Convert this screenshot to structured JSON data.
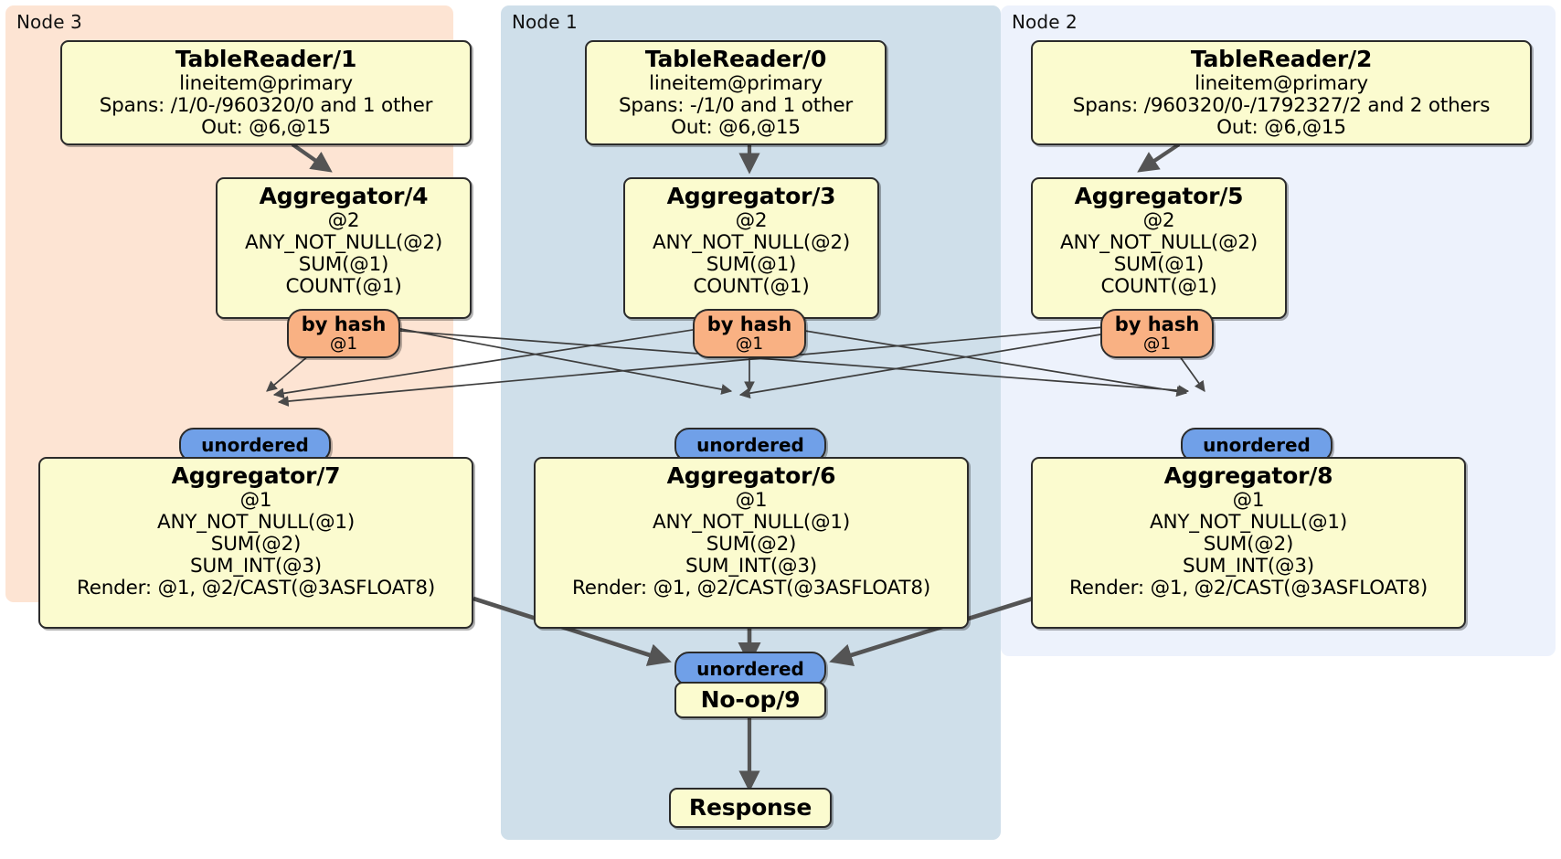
{
  "diagram": {
    "type": "distributed-query-plan",
    "colors": {
      "node3_panel": "#fde4d3",
      "node1_panel": "#cfdfea",
      "node2_panel": "#edf2fc",
      "processor_fill": "#fbfbcf",
      "hash_router_fill": "#f9b183",
      "sync_fill": "#70a0e8",
      "edge_stroke": "#4a4a4a",
      "border": "#2b2b2b"
    }
  },
  "panels": [
    {
      "id": "node3",
      "label": "Node 3"
    },
    {
      "id": "node1",
      "label": "Node 1"
    },
    {
      "id": "node2",
      "label": "Node 2"
    }
  ],
  "processors": {
    "tablereader_1": {
      "title": "TableReader/1",
      "lines": [
        "lineitem@primary",
        "Spans: /1/0-/960320/0 and 1 other",
        "Out: @6,@15"
      ]
    },
    "tablereader_0": {
      "title": "TableReader/0",
      "lines": [
        "lineitem@primary",
        "Spans: -/1/0 and 1 other",
        "Out: @6,@15"
      ]
    },
    "tablereader_2": {
      "title": "TableReader/2",
      "lines": [
        "lineitem@primary",
        "Spans: /960320/0-/1792327/2 and 2 others",
        "Out: @6,@15"
      ]
    },
    "aggregator_4": {
      "title": "Aggregator/4",
      "lines": [
        "@2",
        "ANY_NOT_NULL(@2)",
        "SUM(@1)",
        "COUNT(@1)"
      ]
    },
    "aggregator_3": {
      "title": "Aggregator/3",
      "lines": [
        "@2",
        "ANY_NOT_NULL(@2)",
        "SUM(@1)",
        "COUNT(@1)"
      ]
    },
    "aggregator_5": {
      "title": "Aggregator/5",
      "lines": [
        "@2",
        "ANY_NOT_NULL(@2)",
        "SUM(@1)",
        "COUNT(@1)"
      ]
    },
    "aggregator_7": {
      "title": "Aggregator/7",
      "lines": [
        "@1",
        "ANY_NOT_NULL(@1)",
        "SUM(@2)",
        "SUM_INT(@3)",
        "Render: @1, @2/CAST(@3ASFLOAT8)"
      ]
    },
    "aggregator_6": {
      "title": "Aggregator/6",
      "lines": [
        "@1",
        "ANY_NOT_NULL(@1)",
        "SUM(@2)",
        "SUM_INT(@3)",
        "Render: @1, @2/CAST(@3ASFLOAT8)"
      ]
    },
    "aggregator_8": {
      "title": "Aggregator/8",
      "lines": [
        "@1",
        "ANY_NOT_NULL(@1)",
        "SUM(@2)",
        "SUM_INT(@3)",
        "Render: @1, @2/CAST(@3ASFLOAT8)"
      ]
    },
    "noop_9": {
      "title": "No-op/9",
      "lines": []
    },
    "response": {
      "title": "Response",
      "lines": []
    }
  },
  "routers": {
    "hash_left": {
      "title": "by hash",
      "subtitle": "@1"
    },
    "hash_center": {
      "title": "by hash",
      "subtitle": "@1"
    },
    "hash_right": {
      "title": "by hash",
      "subtitle": "@1"
    }
  },
  "synchronizers": {
    "sync_left": {
      "label": "unordered"
    },
    "sync_center": {
      "label": "unordered"
    },
    "sync_right": {
      "label": "unordered"
    },
    "sync_final": {
      "label": "unordered"
    }
  }
}
